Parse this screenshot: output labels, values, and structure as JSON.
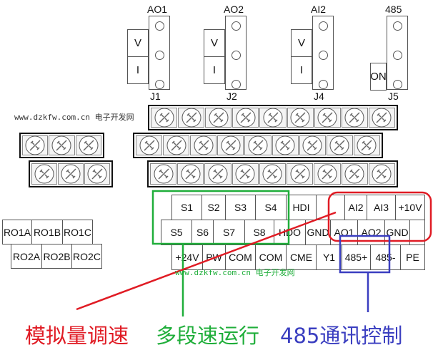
{
  "jumpers": [
    {
      "name": "AO1",
      "id": "J1",
      "options": [
        "V",
        "I"
      ]
    },
    {
      "name": "AO2",
      "id": "J2",
      "options": [
        "V",
        "I"
      ]
    },
    {
      "name": "AI2",
      "id": "J4",
      "options": [
        "V",
        "I"
      ]
    },
    {
      "name": "485",
      "id": "J5",
      "options": [
        "ON"
      ]
    }
  ],
  "watermark": "www.dzkfw.com.cn 电子开发网",
  "relay_rows": [
    [
      "RO1A",
      "RO1B",
      "RO1C"
    ],
    [
      "RO2A",
      "RO2B",
      "RO2C"
    ]
  ],
  "terminal_rows": [
    [
      "S1",
      "S2",
      "S3",
      "S4",
      "HDI",
      "",
      "AI2",
      "AI3",
      "+10V"
    ],
    [
      "S5",
      "S6",
      "S7",
      "S8",
      "HDO",
      "GND",
      "AO1",
      "AO2",
      "GND",
      ""
    ],
    [
      "+24V",
      "PW",
      "COM",
      "COM",
      "CME",
      "Y1",
      "485+",
      "485-",
      "PE"
    ]
  ],
  "captions": {
    "analog": "模拟量调速",
    "multispeed": "多段速运行",
    "rs485": "485通讯控制"
  },
  "colors": {
    "analog": "#e01b24",
    "multispeed": "#1fae3a",
    "rs485": "#3a3ec0"
  }
}
